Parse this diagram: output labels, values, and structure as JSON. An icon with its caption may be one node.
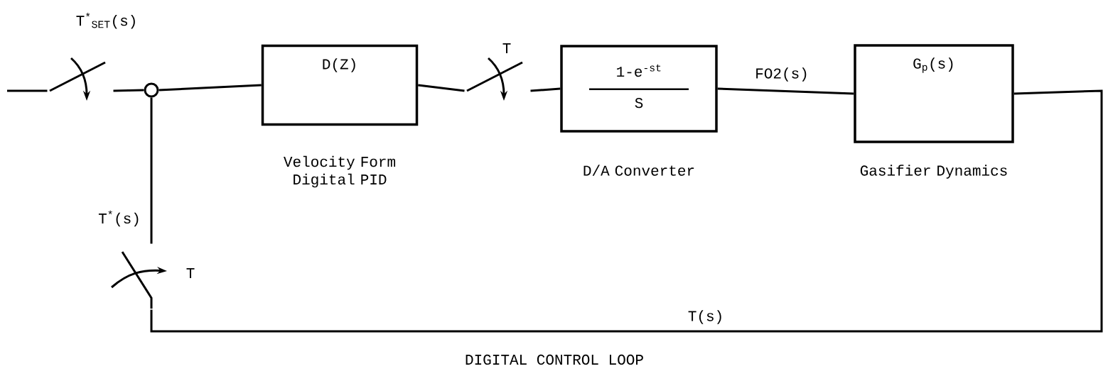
{
  "diagram": {
    "caption": "DIGITAL CONTROL LOOP",
    "nodes": [
      {
        "text": [],
        "shape": "switch",
        "beside": [
          "T$^{*}$$_{SET}$(s)"
        ]
      },
      {
        "text": [],
        "shape": "circle"
      },
      {
        "text": [
          "D(Z)"
        ],
        "beside": [
          "Velocity Form Digital PID"
        ]
      },
      {
        "text": [],
        "shape": "switch",
        "beside": [
          "T"
        ]
      },
      {
        "text": [
          "1-e$^{-st}$",
          "S"
        ],
        "beside": [
          "D/A Converter"
        ]
      },
      {
        "text": [
          "G$_{p}$(s)"
        ],
        "beside": [
          "Gasifier Dynamics"
        ]
      },
      {
        "text": [],
        "shape": "switch",
        "beside": [
          "T"
        ]
      }
    ],
    "edges": [
      {
        "from": null,
        "to": 0,
        "arrow": "none"
      },
      {
        "from": 0,
        "to": 1,
        "arrow": "none"
      },
      {
        "from": 1,
        "to": 2,
        "arrow": "none"
      },
      {
        "from": 2,
        "to": 3,
        "arrow": "none"
      },
      {
        "from": 3,
        "to": 4,
        "arrow": "none"
      },
      {
        "from": 4,
        "to": 5,
        "arrow": "none",
        "label": "FO2(s)"
      },
      {
        "from": 5,
        "to": 6,
        "arrow": "none",
        "label": "T(s)"
      },
      {
        "from": 6,
        "to": 1,
        "arrow": "none",
        "label": "T$^{*}$(s)"
      }
    ]
  }
}
